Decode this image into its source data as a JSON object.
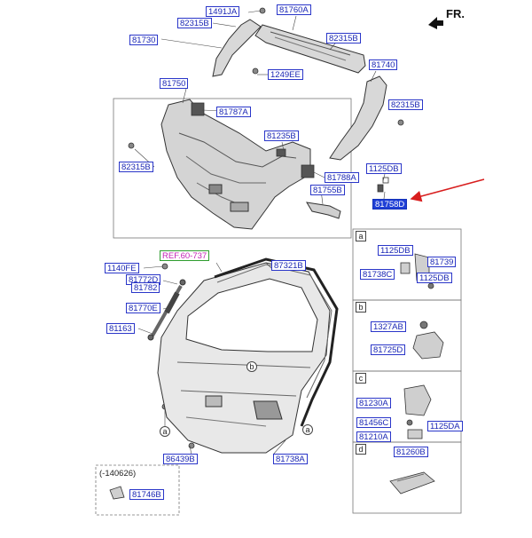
{
  "direction_label": "FR.",
  "ref_label": "REF.60-737",
  "inset_note": "(-140626)",
  "detail_tags": [
    "a",
    "b",
    "c",
    "d"
  ],
  "callout_tags": [
    "b",
    "a",
    "a"
  ],
  "highlight_color": "#1f3fd6",
  "arrow_color": "#d81e1e",
  "part_numbers": {
    "p1491JA": "1491JA",
    "p82315B_a": "82315B",
    "p81730": "81730",
    "p81760A": "81760A",
    "p82315B_b": "82315B",
    "p81740": "81740",
    "p1249EE": "1249EE",
    "p81750": "81750",
    "p81787A": "81787A",
    "p82315B_c": "82315B",
    "p81235B": "81235B",
    "p82315B_d": "82315B",
    "p81788A": "81788A",
    "p1125DB_a": "1125DB",
    "p81755B": "81755B",
    "p81758D": "81758D",
    "p1140FE": "1140FE",
    "p81772D": "81772D",
    "p81782": "81782",
    "p87321B": "87321B",
    "p81770E": "81770E",
    "p81163": "81163",
    "p86439B": "86439B",
    "p81738A": "81738A",
    "p81746B": "81746B",
    "p1125DB_b": "1125DB",
    "p81739": "81739",
    "p81738C": "81738C",
    "p1125DB_c": "1125DB",
    "p1327AB": "1327AB",
    "p81725D": "81725D",
    "p81230A": "81230A",
    "p81456C": "81456C",
    "p1125DA": "1125DA",
    "p81210A": "81210A",
    "p81260B": "81260B"
  }
}
